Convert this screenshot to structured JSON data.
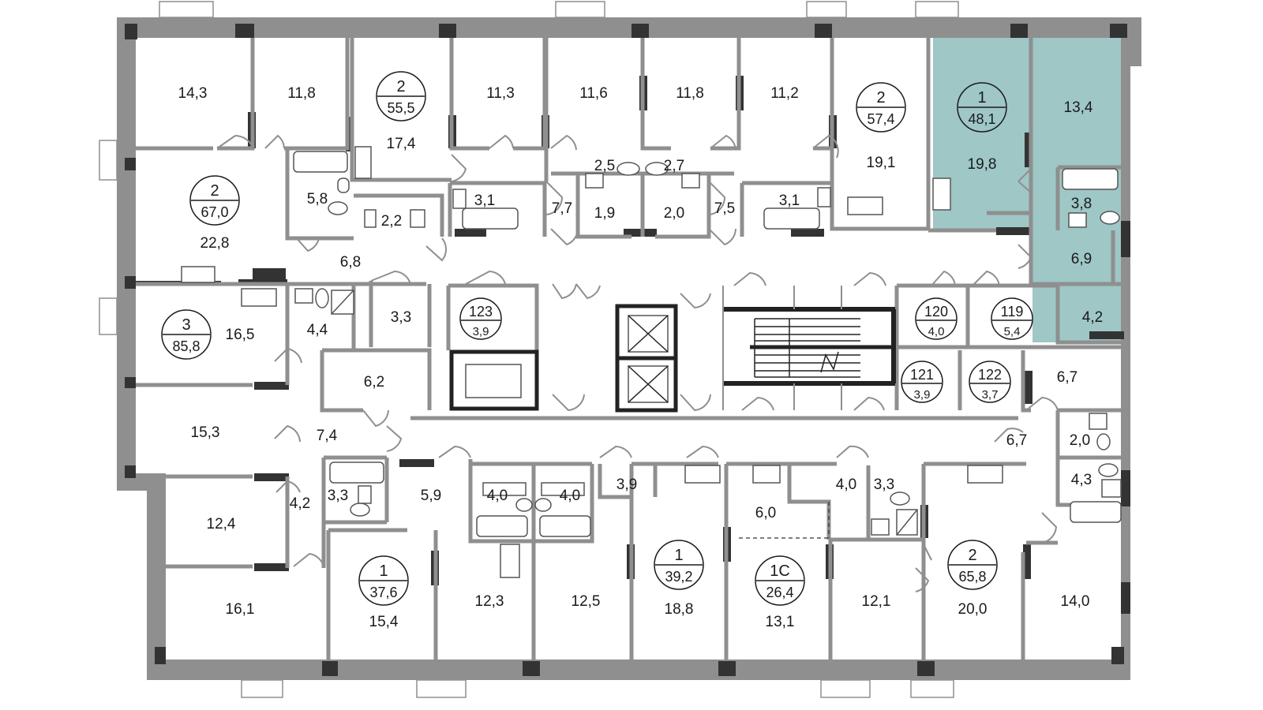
{
  "colors": {
    "selected_unit": "#9ec7c6",
    "walls": "#8f8f8f",
    "dark_walls": "#333333"
  },
  "units": [
    {
      "rooms": "2",
      "area": "55,5"
    },
    {
      "rooms": "2",
      "area": "57,4"
    },
    {
      "rooms": "1",
      "area": "48,1"
    },
    {
      "rooms": "2",
      "area": "67,0"
    },
    {
      "rooms": "3",
      "area": "85,8"
    },
    {
      "rooms": "123",
      "area": "3,9"
    },
    {
      "rooms": "120",
      "area": "4,0"
    },
    {
      "rooms": "119",
      "area": "5,4"
    },
    {
      "rooms": "121",
      "area": "3,9"
    },
    {
      "rooms": "122",
      "area": "3,7"
    },
    {
      "rooms": "1",
      "area": "37,6"
    },
    {
      "rooms": "1",
      "area": "39,2"
    },
    {
      "rooms": "1С",
      "area": "26,4"
    },
    {
      "rooms": "2",
      "area": "65,8"
    }
  ],
  "rooms": [
    "14,3",
    "11,8",
    "17,4",
    "11,3",
    "11,6",
    "11,8",
    "11,2",
    "19,1",
    "19,8",
    "13,4",
    "5,8",
    "2,5",
    "2,7",
    "3,1",
    "3,1",
    "7,7",
    "7,5",
    "1,9",
    "2,0",
    "2,2",
    "22,8",
    "6,8",
    "3,8",
    "6,9",
    "4,2",
    "16,5",
    "4,4",
    "3,3",
    "6,2",
    "15,3",
    "7,4",
    "12,4",
    "4,2",
    "3,3",
    "5,9",
    "4,0",
    "4,0",
    "3,9",
    "4,0",
    "3,3",
    "6,7",
    "6,7",
    "2,0",
    "4,3",
    "6,0",
    "16,1",
    "15,4",
    "12,3",
    "12,5",
    "18,8",
    "13,1",
    "12,1",
    "20,0",
    "14,0"
  ]
}
